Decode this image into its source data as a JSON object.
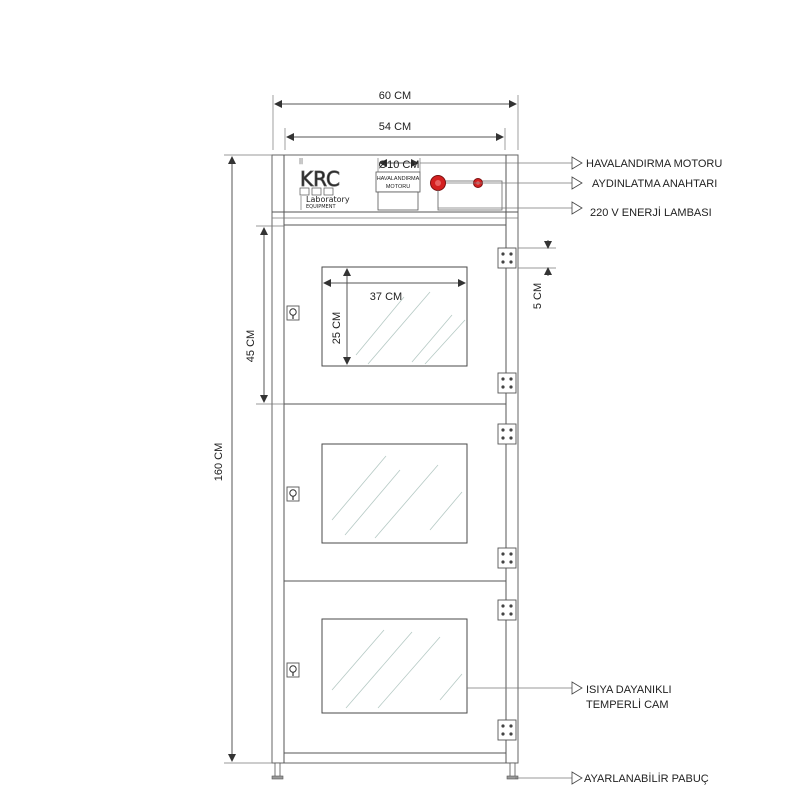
{
  "dimensions": {
    "outer_width": "60 CM",
    "inner_width": "54 CM",
    "motor_diameter": "Ø10 CM",
    "window_width": "37 CM",
    "window_height": "25 CM",
    "compartment_height": "45 CM",
    "hinge_offset": "5 CM",
    "total_height": "160 CM"
  },
  "callouts": {
    "motor": "HAVALANDIRMA MOTORU",
    "light_switch": "AYDINLATMA ANAHTARI",
    "power_lamp": "220 V ENERJİ LAMBASI",
    "glass_line1": "ISIYA DAYANIKLI",
    "glass_line2": "TEMPERLİ CAM",
    "feet": "AYARLANABİLİR PABUÇ"
  },
  "motor_label": {
    "line1": "HAVALANDIRMA",
    "line2": "MOTORU"
  },
  "logo": {
    "brand": "KRC",
    "line1": "Laboratory",
    "line2": "EQUIPMENT"
  },
  "colors": {
    "switch": "#d42020",
    "lamp": "#d42020",
    "glass_hatch": "#b5c9c4"
  }
}
